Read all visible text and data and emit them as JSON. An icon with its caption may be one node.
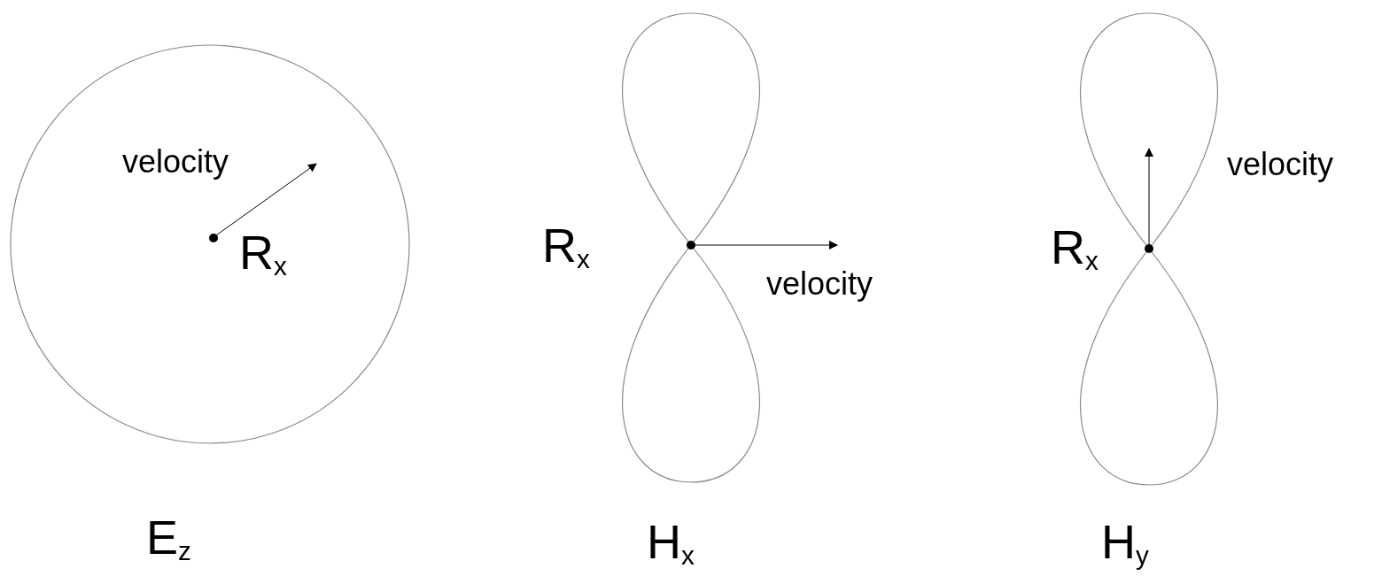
{
  "diagram": {
    "labels": [
      "velocity",
      "R$_{x}$",
      "E$_{z}$",
      "R$_{x}$",
      "velocity",
      "H$_{x}$",
      "velocity",
      "R$_{x}$",
      "H$_{y}$"
    ]
  }
}
